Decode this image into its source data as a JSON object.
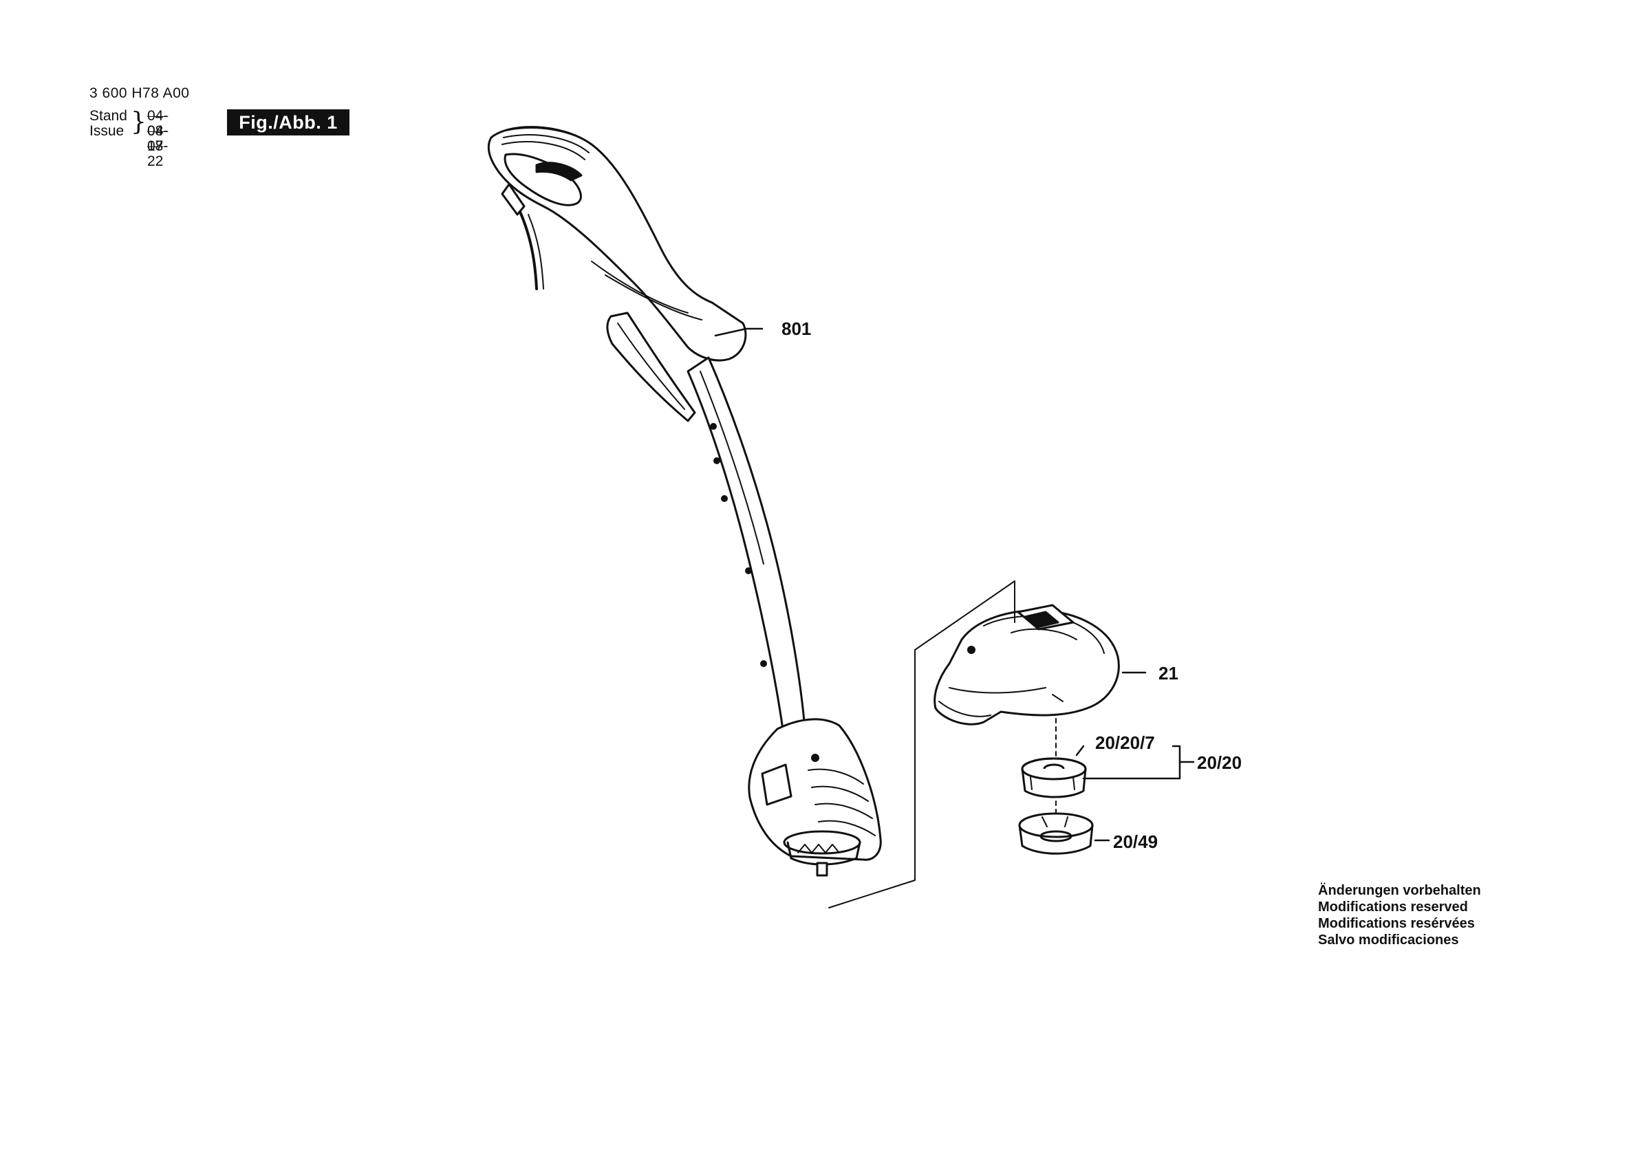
{
  "header": {
    "doc_number": "3 600 H78 A00",
    "stand_label": "Stand",
    "stand_date": "04-08-17",
    "issue_label": "Issue",
    "issue_date": "04-08-22",
    "fig_label": "Fig./Abb. 1"
  },
  "parts": [
    {
      "id": "801"
    },
    {
      "id": "21"
    },
    {
      "id": "20/20/7"
    },
    {
      "id": "20/20"
    },
    {
      "id": "20/49"
    }
  ],
  "notes": [
    "Änderungen vorbehalten",
    "Modifications reserved",
    "Modifications resérvées",
    "Salvo modificaciones"
  ],
  "colors": {
    "ink": "#111111",
    "badge_background": "#111111",
    "badge_text": "#ffffff",
    "paper": "#ffffff"
  }
}
